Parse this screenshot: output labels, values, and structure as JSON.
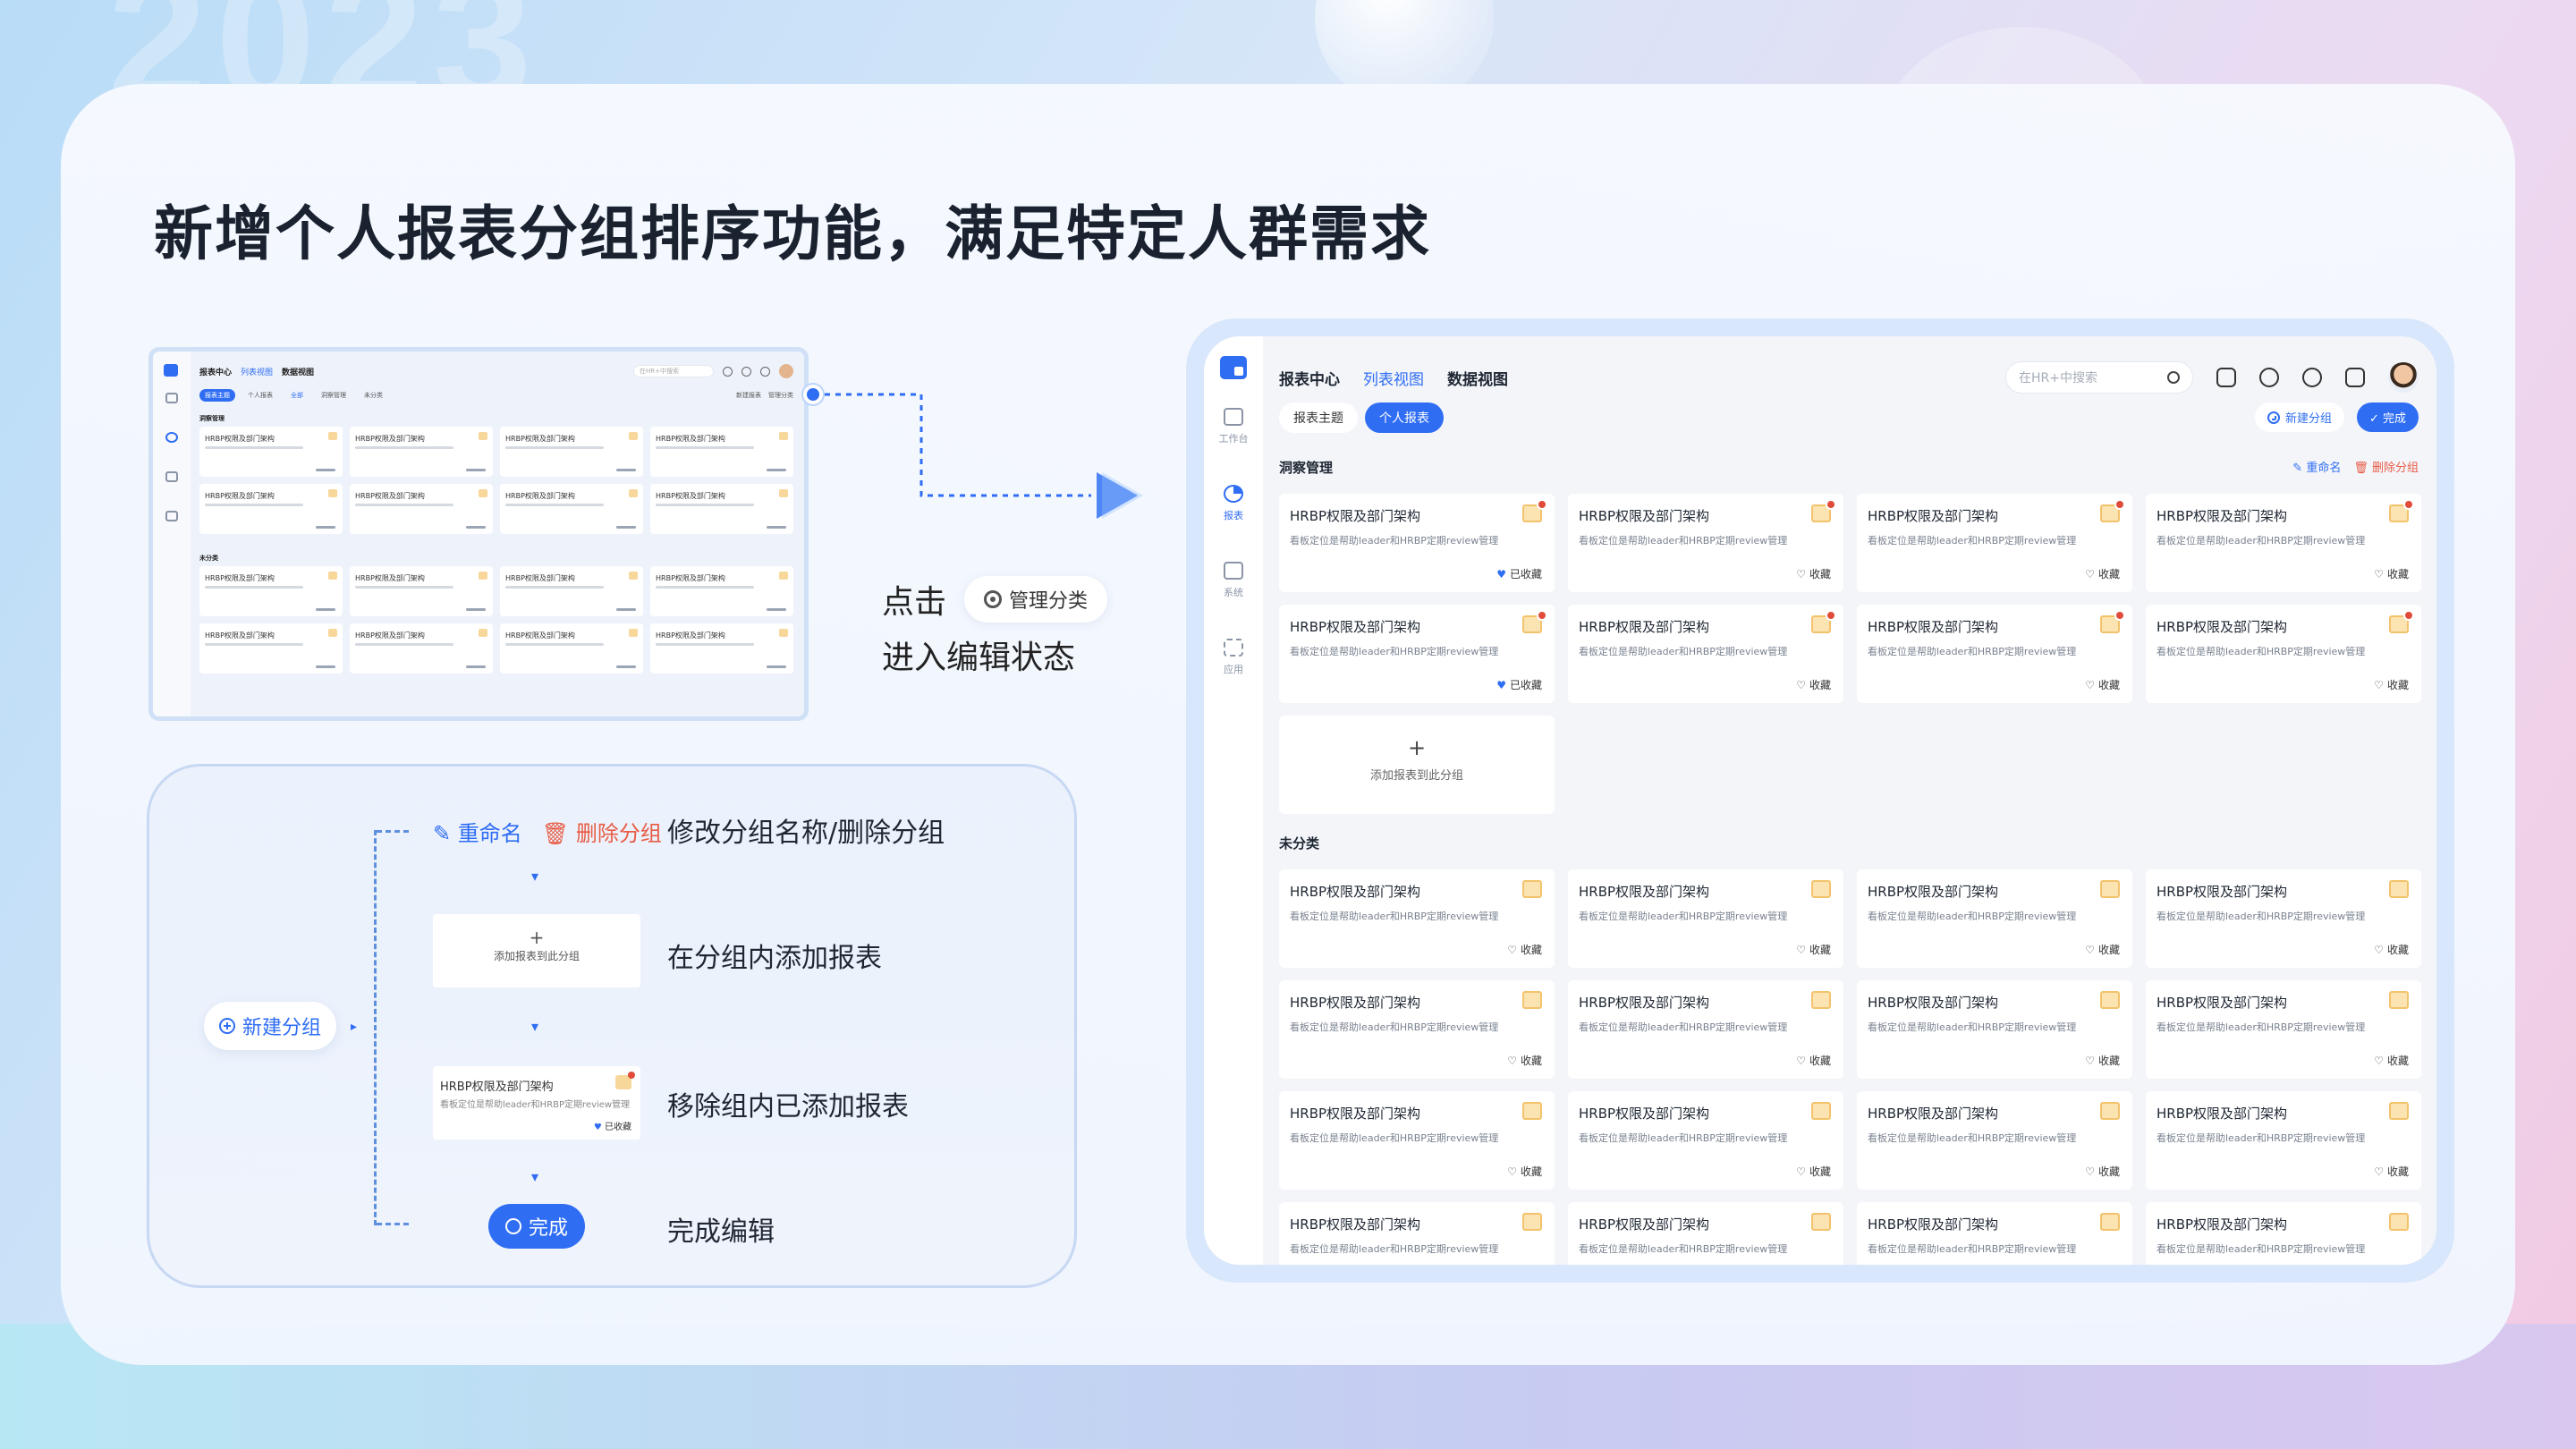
{
  "headline": "新增个人报表分组排序功能，满足特定人群需求",
  "instruction": {
    "click": "点击",
    "manage_label": "管理分类",
    "enter": "进入编辑状态"
  },
  "flow": {
    "new_group": "新建分组",
    "rename": "重命名",
    "delete_group": "删除分组",
    "add_placeholder_plus": "+",
    "add_placeholder": "添加报表到此分组",
    "card_title": "HRBP权限及部门架构",
    "card_desc": "看板定位是帮助leader和HRBP定期review管理",
    "card_fav": "已收藏",
    "done": "完成",
    "steps": [
      "修改分组名称/删除分组",
      "在分组内添加报表",
      "移除组内已添加报表",
      "完成编辑"
    ]
  },
  "mini": {
    "title": "报表中心",
    "tab_list": "列表视图",
    "tab_data": "数据视图",
    "search_placeholder": "在HR+中搜索",
    "tabs": [
      "报表主题",
      "个人报表",
      "全部",
      "洞察管理",
      "未分类"
    ],
    "actions": [
      "新建报表",
      "管理分类"
    ],
    "sections": [
      "洞察管理",
      "未分类"
    ],
    "card_title": "HRBP权限及部门架构"
  },
  "app": {
    "title": "报表中心",
    "tab_list": "列表视图",
    "tab_data": "数据视图",
    "search_placeholder": "在HR+中搜索",
    "sidebar": [
      {
        "label": "工作台",
        "icon": "home-icon"
      },
      {
        "label": "报表",
        "icon": "pie-chart-icon"
      },
      {
        "label": "系统",
        "icon": "window-icon"
      },
      {
        "label": "应用",
        "icon": "apps-icon"
      }
    ],
    "subtabs": [
      "报表主题",
      "个人报表"
    ],
    "new_group": "新建分组",
    "done": "完成",
    "rename": "重命名",
    "delete_group": "删除分组",
    "add_to_group_plus": "+",
    "add_to_group": "添加报表到此分组",
    "sections": {
      "insight": {
        "title": "洞察管理",
        "cards": [
          {
            "title": "HRBP权限及部门架构",
            "desc": "看板定位是帮助leader和HRBP定期review管理",
            "fav": "已收藏",
            "faved": true
          },
          {
            "title": "HRBP权限及部门架构",
            "desc": "看板定位是帮助leader和HRBP定期review管理",
            "fav": "收藏",
            "faved": false
          },
          {
            "title": "HRBP权限及部门架构",
            "desc": "看板定位是帮助leader和HRBP定期review管理",
            "fav": "收藏",
            "faved": false
          },
          {
            "title": "HRBP权限及部门架构",
            "desc": "看板定位是帮助leader和HRBP定期review管理",
            "fav": "收藏",
            "faved": false
          },
          {
            "title": "HRBP权限及部门架构",
            "desc": "看板定位是帮助leader和HRBP定期review管理",
            "fav": "已收藏",
            "faved": true
          },
          {
            "title": "HRBP权限及部门架构",
            "desc": "看板定位是帮助leader和HRBP定期review管理",
            "fav": "收藏",
            "faved": false
          },
          {
            "title": "HRBP权限及部门架构",
            "desc": "看板定位是帮助leader和HRBP定期review管理",
            "fav": "收藏",
            "faved": false
          },
          {
            "title": "HRBP权限及部门架构",
            "desc": "看板定位是帮助leader和HRBP定期review管理",
            "fav": "收藏",
            "faved": false
          }
        ]
      },
      "unsorted": {
        "title": "未分类",
        "card_title": "HRBP权限及部门架构",
        "card_desc": "看板定位是帮助leader和HRBP定期review管理",
        "card_fav": "收藏"
      }
    }
  }
}
